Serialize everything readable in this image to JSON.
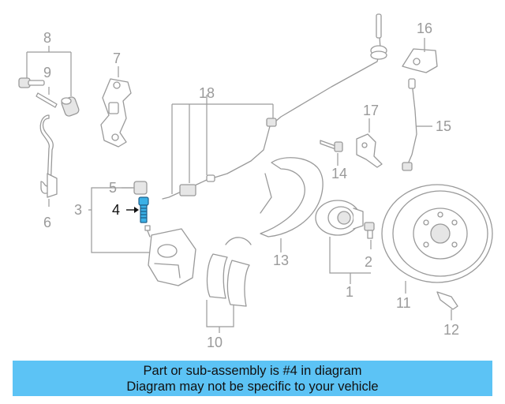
{
  "diagram": {
    "highlighted_part": "4",
    "callouts": [
      "1",
      "2",
      "3",
      "4",
      "5",
      "6",
      "7",
      "8",
      "9",
      "10",
      "11",
      "12",
      "13",
      "14",
      "15",
      "16",
      "17",
      "18"
    ]
  },
  "banner": {
    "line1": "Part or sub-assembly is #4 in diagram",
    "line2": "Diagram may not be specific to your vehicle",
    "background_color": "#5cc3f5"
  },
  "colors": {
    "line_art": "#9a9a9a",
    "highlight": "#3ab0e6"
  }
}
